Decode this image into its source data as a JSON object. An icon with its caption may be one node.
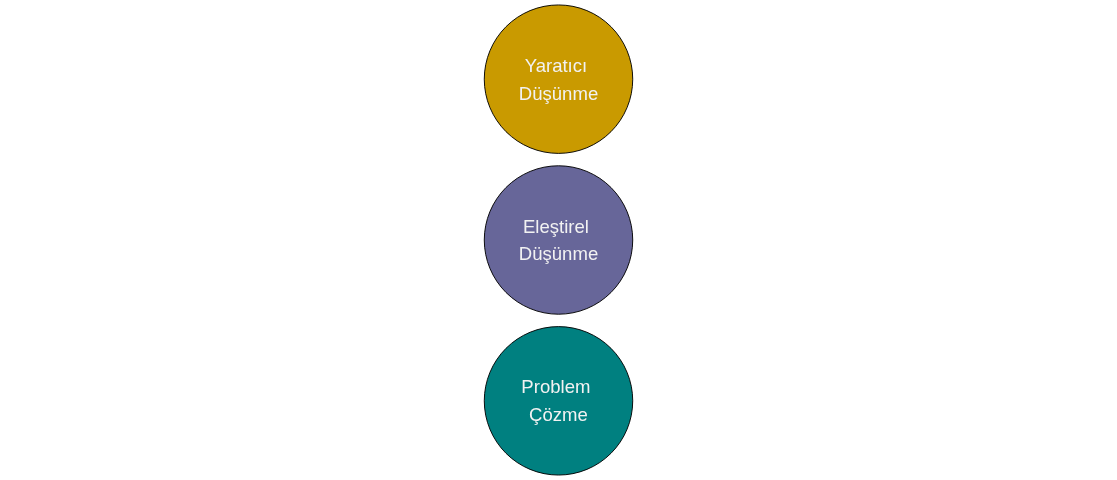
{
  "diagram": {
    "nodes": [
      {
        "text": [
          "Yaratıcı Düşünme"
        ]
      },
      {
        "text": [
          "Eleştirel Düşünme"
        ]
      },
      {
        "text": [
          "Problem Çözme"
        ]
      }
    ]
  }
}
